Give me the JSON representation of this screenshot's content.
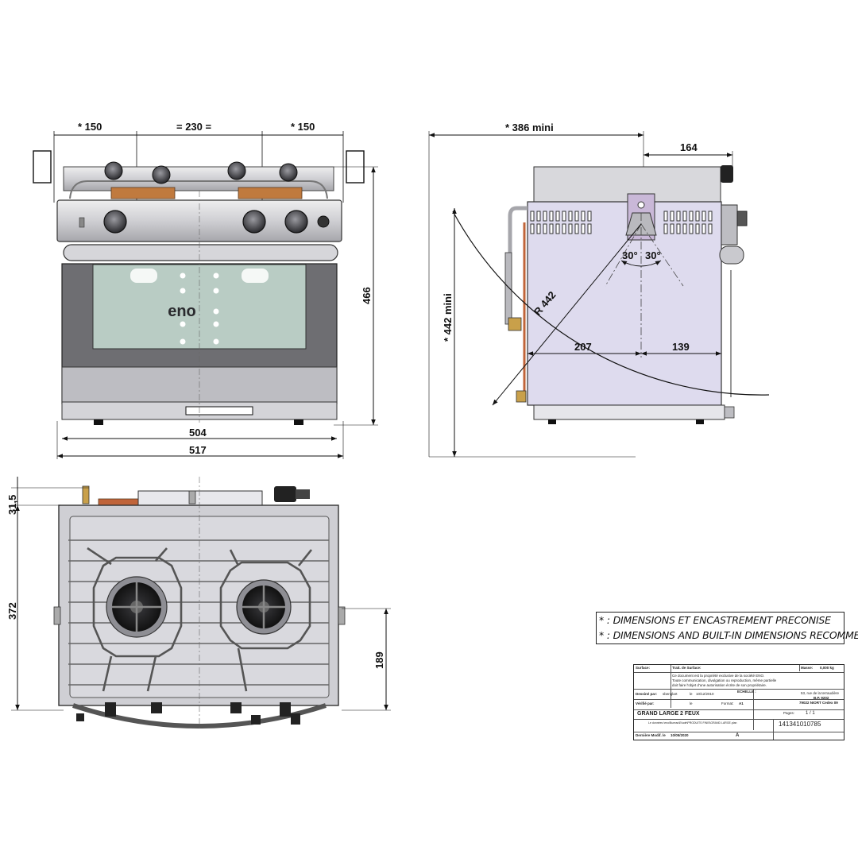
{
  "front_view": {
    "dims": {
      "side_left": "* 150",
      "center": "= 230 =",
      "side_right": "* 150",
      "height": "466",
      "inner_width": "504",
      "outer_width": "517"
    },
    "logo": "eno"
  },
  "side_view": {
    "dims": {
      "depth_mini": "* 386 mini",
      "top_depth": "164",
      "radius": "R 442",
      "angle_left": "30°",
      "angle_right": "30°",
      "lower_left": "207",
      "lower_right": "139",
      "height_mini": "* 442 mini"
    }
  },
  "top_view": {
    "dims": {
      "offset": "31,5",
      "depth": "372",
      "burner_offset": "189"
    }
  },
  "notes": {
    "line_fr": "* : DIMENSIONS ET ENCASTREMENT PRECONISE",
    "line_en": "* : DIMENSIONS AND BUILT-IN DIMENSIONS RECOMMENDED"
  },
  "title_block": {
    "surface_label": "Surface:",
    "treatment_label": "Trait. de Surface:",
    "mass_label": "Masse:",
    "mass_value": "0,000 kg",
    "confidential_1": "Ce document est la propriété exclusive de la société ENO.",
    "confidential_2": "Toute communication, divulgation ou reproduction, même partielle",
    "confidential_3": "doit faire l'objet d'une autorisation écrite de son propriétaire.",
    "drawn_label": "Dessiné par:",
    "drawn_by": "sbenglart",
    "drawn_date_label": "le",
    "drawn_date": "10/12/2010",
    "scale_label": "ECHELLE :",
    "checked_label": "Vérifié par:",
    "checked_date_label": "le",
    "format_label": "Format:",
    "format_value": "A1",
    "address_1": "53, rue de la terraudière",
    "address_2": "B.P. 9202",
    "address_3": "79022 NIORT Cedex 09",
    "title": "GRAND LARGE 2 FEUX",
    "pages_label": "Pages:",
    "pages_value": "1 / 1",
    "part_number": "141341010785",
    "file_path": "Le données \\eno\\Bureau\\Etude\\PRODUITS FINIS\\GRAND LARGE.plan",
    "modified_label": "Dernière Modif. le",
    "modified_date": "10/05/2020",
    "revision": "A"
  },
  "colors": {
    "line": "#1a1a1a",
    "steel_light": "#d9d9dc",
    "steel_mid": "#bdbdc2",
    "steel_dark": "#7d7d82",
    "glass": "#b9ccc4",
    "side_panel": "#dedbee",
    "copper": "#c0643a",
    "burner": "#1e1e1e"
  }
}
